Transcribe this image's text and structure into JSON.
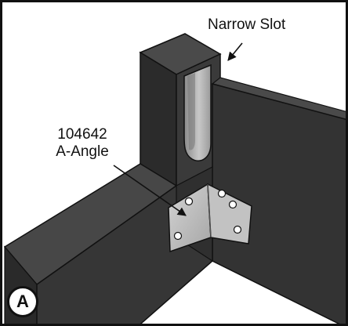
{
  "callouts": {
    "narrow_slot": "Narrow Slot",
    "part_number": "104642",
    "part_name": "A-Angle"
  },
  "step_badge": "A",
  "colors": {
    "wood_dark": "#2b2b2b",
    "wood_mid": "#3c3c3c",
    "wood_light": "#4a4a4a",
    "metal": "#b9b9b9",
    "line": "#111111"
  }
}
